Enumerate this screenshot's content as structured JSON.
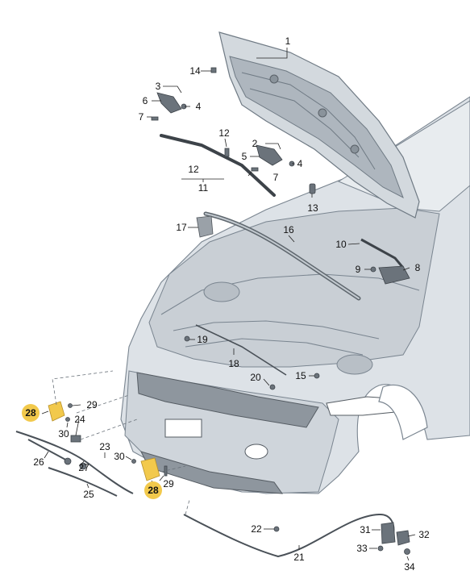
{
  "diagram": {
    "colors": {
      "highlight": "#f2c94c",
      "body_fill": "#dde2e7",
      "line": "#7a8590",
      "part": "#6b737b"
    },
    "labels": [
      {
        "id": "1",
        "text": "1",
        "highlight": false
      },
      {
        "id": "2",
        "text": "2",
        "highlight": false
      },
      {
        "id": "3",
        "text": "3",
        "highlight": false
      },
      {
        "id": "4a",
        "text": "4",
        "highlight": false
      },
      {
        "id": "4b",
        "text": "4",
        "highlight": false
      },
      {
        "id": "5",
        "text": "5",
        "highlight": false
      },
      {
        "id": "6",
        "text": "6",
        "highlight": false
      },
      {
        "id": "7a",
        "text": "7",
        "highlight": false
      },
      {
        "id": "7b",
        "text": "7",
        "highlight": false
      },
      {
        "id": "8",
        "text": "8",
        "highlight": false
      },
      {
        "id": "9",
        "text": "9",
        "highlight": false
      },
      {
        "id": "10",
        "text": "10",
        "highlight": false
      },
      {
        "id": "11",
        "text": "11",
        "highlight": false
      },
      {
        "id": "12a",
        "text": "12",
        "highlight": false
      },
      {
        "id": "12b",
        "text": "12",
        "highlight": false
      },
      {
        "id": "13",
        "text": "13",
        "highlight": false
      },
      {
        "id": "14",
        "text": "14",
        "highlight": false
      },
      {
        "id": "15",
        "text": "15",
        "highlight": false
      },
      {
        "id": "16",
        "text": "16",
        "highlight": false
      },
      {
        "id": "17",
        "text": "17",
        "highlight": false
      },
      {
        "id": "18",
        "text": "18",
        "highlight": false
      },
      {
        "id": "19",
        "text": "19",
        "highlight": false
      },
      {
        "id": "20",
        "text": "20",
        "highlight": false
      },
      {
        "id": "21",
        "text": "21",
        "highlight": false
      },
      {
        "id": "22",
        "text": "22",
        "highlight": false
      },
      {
        "id": "23",
        "text": "23",
        "highlight": false
      },
      {
        "id": "24",
        "text": "24",
        "highlight": false
      },
      {
        "id": "25",
        "text": "25",
        "highlight": false
      },
      {
        "id": "26",
        "text": "26",
        "highlight": false
      },
      {
        "id": "27",
        "text": "27",
        "highlight": false
      },
      {
        "id": "28a",
        "text": "28",
        "highlight": true
      },
      {
        "id": "28b",
        "text": "28",
        "highlight": true
      },
      {
        "id": "29a",
        "text": "29",
        "highlight": false
      },
      {
        "id": "29b",
        "text": "29",
        "highlight": false
      },
      {
        "id": "30a",
        "text": "30",
        "highlight": false
      },
      {
        "id": "30b",
        "text": "30",
        "highlight": false
      },
      {
        "id": "31",
        "text": "31",
        "highlight": false
      },
      {
        "id": "32",
        "text": "32",
        "highlight": false
      },
      {
        "id": "33",
        "text": "33",
        "highlight": false
      },
      {
        "id": "34",
        "text": "34",
        "highlight": false
      }
    ]
  }
}
